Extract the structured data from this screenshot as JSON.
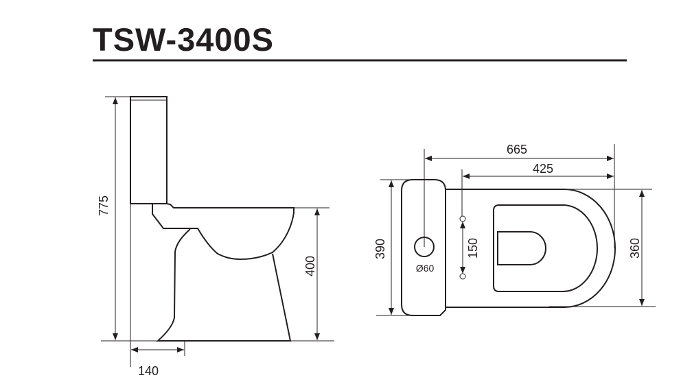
{
  "title": "TSW-3400S",
  "side_view": {
    "total_height": "775",
    "seat_height": "400",
    "outlet_offset": "140"
  },
  "top_view": {
    "overall_length": "665",
    "fixing_to_front": "425",
    "tank_width": "390",
    "bowl_width": "360",
    "fixing_spacing": "150",
    "outlet_diameter": "Ø60"
  }
}
